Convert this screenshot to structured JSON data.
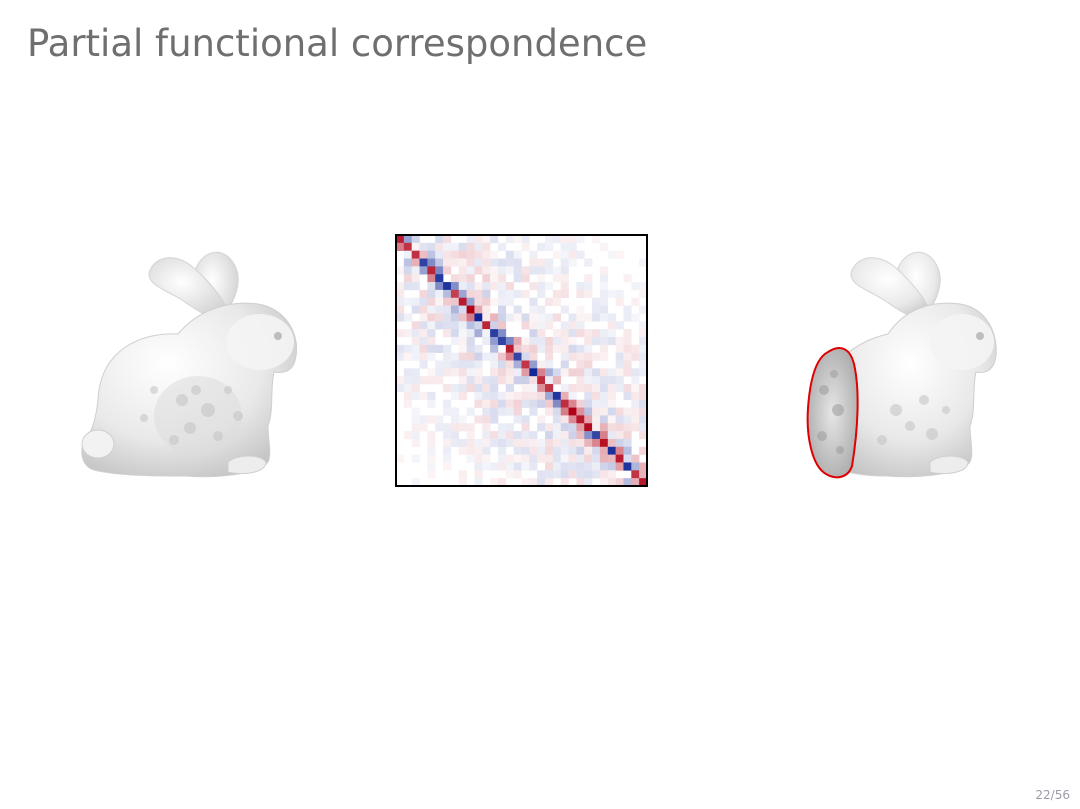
{
  "slide": {
    "title": "Partial functional correspondence",
    "page_number": "22/56"
  },
  "figure": {
    "left_shape": {
      "name": "full bunny",
      "icon": "bunny-full"
    },
    "matrix": {
      "name": "functional correspondence matrix",
      "icon": "heatmap",
      "positive_color": "#b00016",
      "negative_color": "#00178f",
      "grid_cells": 32
    },
    "right_shape": {
      "name": "partial bunny",
      "icon": "bunny-partial",
      "cut_outline_color": "#e00000"
    }
  }
}
